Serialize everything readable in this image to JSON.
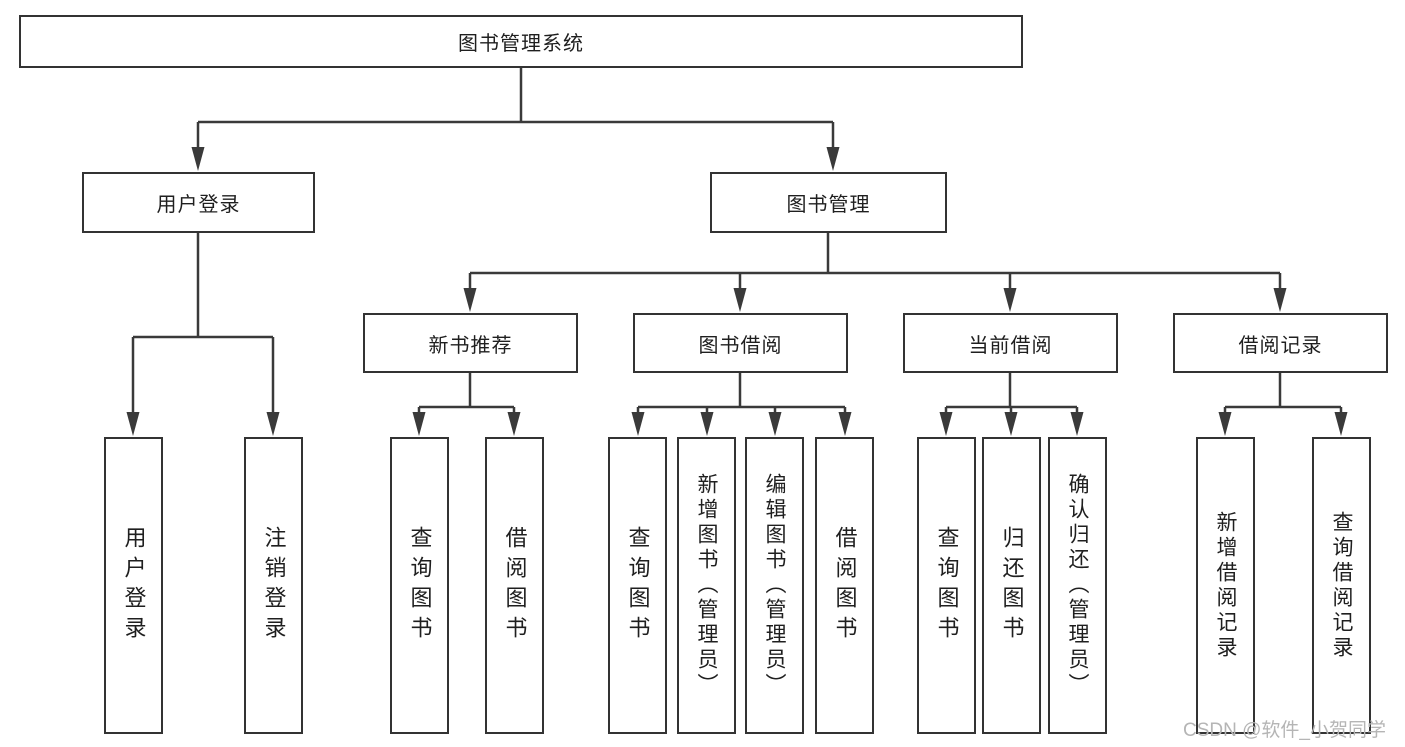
{
  "tree": {
    "root": "图书管理系统",
    "branches": [
      {
        "label": "用户登录",
        "children": [
          "用户登录",
          "注销登录"
        ]
      },
      {
        "label": "图书管理",
        "groups": [
          {
            "label": "新书推荐",
            "children": [
              "查询图书",
              "借阅图书"
            ]
          },
          {
            "label": "图书借阅",
            "children": [
              "查询图书",
              "新增图书（管理员）",
              "编辑图书（管理员）",
              "借阅图书"
            ]
          },
          {
            "label": "当前借阅",
            "children": [
              "查询图书",
              "归还图书",
              "确认归还（管理员）"
            ]
          },
          {
            "label": "借阅记录",
            "children": [
              "新增借阅记录",
              "查询借阅记录"
            ]
          }
        ]
      }
    ]
  },
  "watermark": "CSDN @软件_小贺同学",
  "colors": {
    "line": "#3a3a3a",
    "box_border": "#333333",
    "text": "#1f1f1f",
    "watermark": "#b5b5b5",
    "background": "#ffffff"
  }
}
